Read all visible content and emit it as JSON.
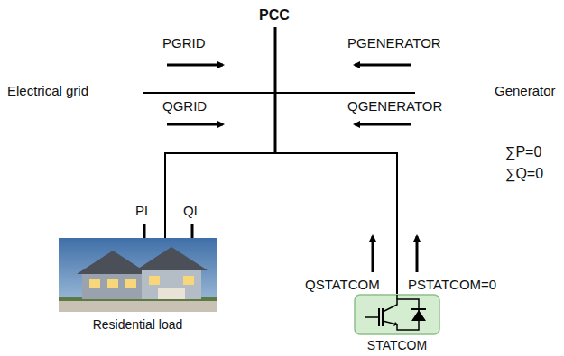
{
  "diagram": {
    "nodes": [
      {
        "text": [
          "Residential load"
        ]
      },
      {
        "text": [
          "STATCOM"
        ]
      }
    ],
    "edges": [
      {
        "from": 0,
        "to": 1,
        "arrow": "none"
      }
    ],
    "labels": [
      "PCC",
      "PGRID",
      "QGRID",
      "Electrical grid",
      "PGENERATOR",
      "QGENERATOR",
      "Generator",
      "∑P=0",
      "∑Q=0",
      "PL",
      "QL",
      "QSTATCOM",
      "PSTATCOM=0"
    ]
  }
}
